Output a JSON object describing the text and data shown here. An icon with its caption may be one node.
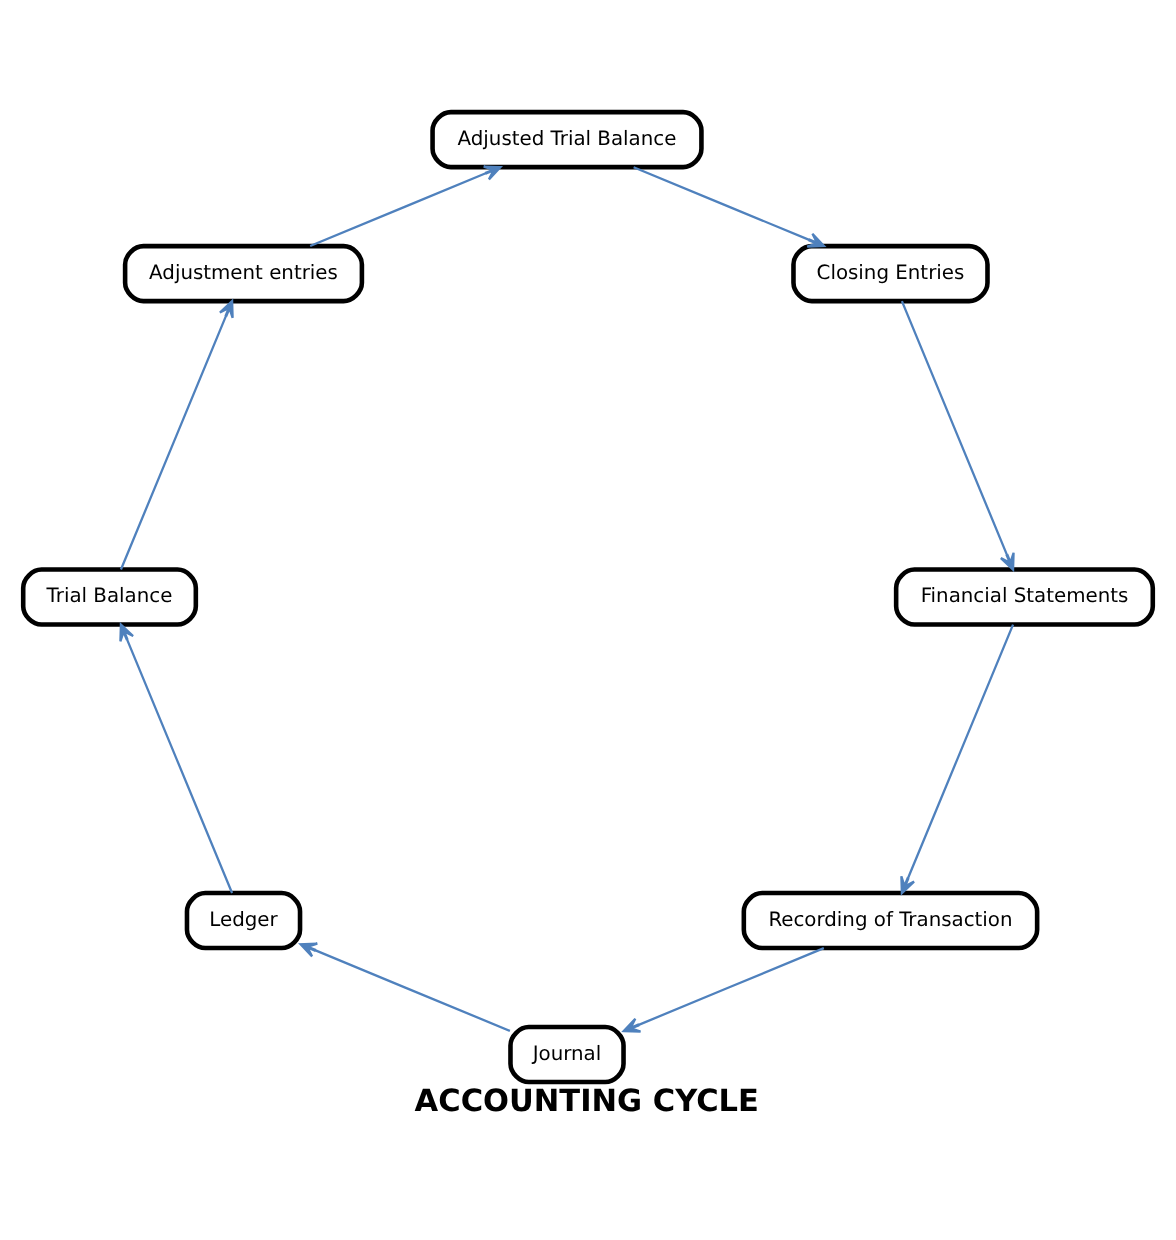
{
  "diagram": {
    "title": "ACCOUNTING CYCLE",
    "nodes": [
      {
        "text": [
          "Recording of Transaction"
        ]
      },
      {
        "text": [
          "Journal"
        ]
      },
      {
        "text": [
          "Ledger"
        ]
      },
      {
        "text": [
          "Trial Balance"
        ]
      },
      {
        "text": [
          "Adjustment entries"
        ]
      },
      {
        "text": [
          "Adjusted Trial Balance"
        ]
      },
      {
        "text": [
          "Closing Entries"
        ]
      },
      {
        "text": [
          "Financial Statements"
        ]
      }
    ],
    "edges": [
      {
        "from": 0,
        "to": 1,
        "arrow": "to",
        "color": "#4f81bd"
      },
      {
        "from": 1,
        "to": 2,
        "arrow": "to",
        "color": "#4f81bd"
      },
      {
        "from": 2,
        "to": 3,
        "arrow": "to",
        "color": "#4f81bd"
      },
      {
        "from": 3,
        "to": 4,
        "arrow": "to",
        "color": "#4f81bd"
      },
      {
        "from": 4,
        "to": 5,
        "arrow": "to",
        "color": "#4f81bd"
      },
      {
        "from": 5,
        "to": 6,
        "arrow": "to",
        "color": "#4f81bd"
      },
      {
        "from": 6,
        "to": 7,
        "arrow": "to",
        "color": "#4f81bd"
      },
      {
        "from": 7,
        "to": 0,
        "arrow": "to",
        "color": "#4f81bd"
      }
    ]
  }
}
